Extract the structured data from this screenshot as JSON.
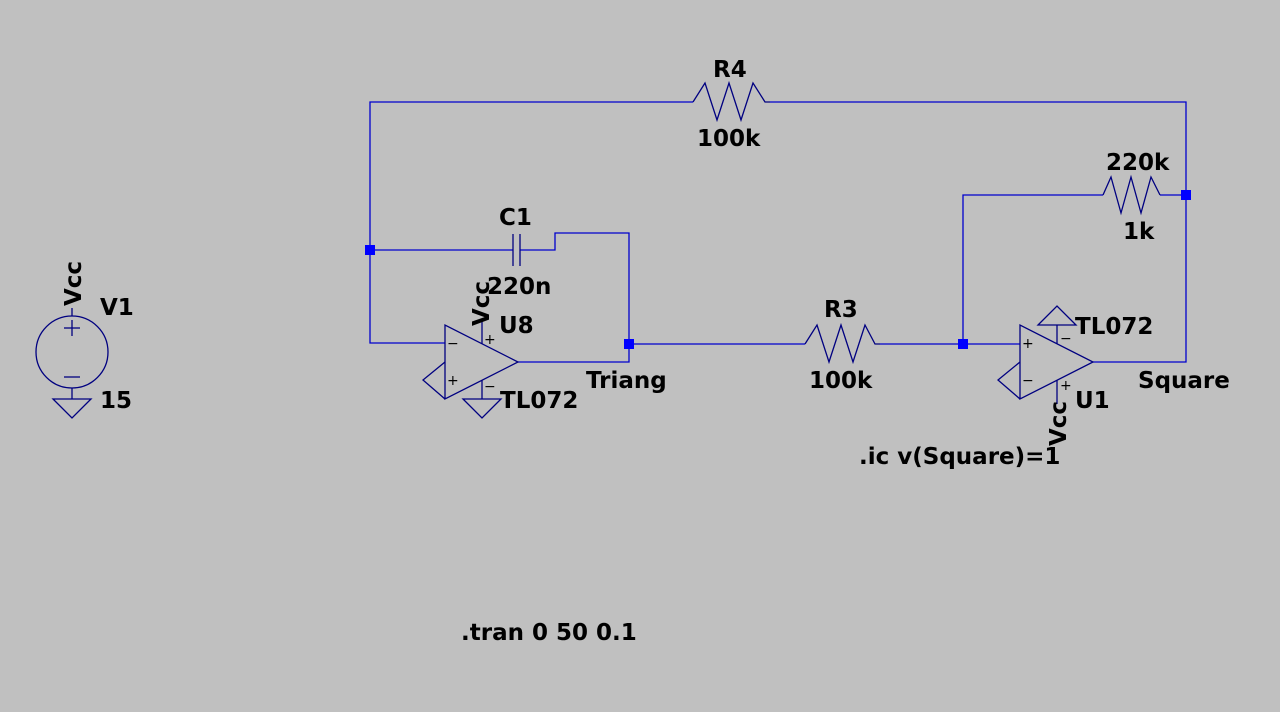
{
  "components": {
    "r4": {
      "ref": "R4",
      "value": "100k"
    },
    "r_fb": {
      "ref": "220k",
      "value": "1k"
    },
    "c1": {
      "ref": "C1",
      "value": "220n"
    },
    "r3": {
      "ref": "R3",
      "value": "100k"
    },
    "u8": {
      "ref": "U8",
      "model": "TL072",
      "supply": "Vcc"
    },
    "u1": {
      "ref": "U1",
      "model": "TL072",
      "supply": "Vcc"
    },
    "v1": {
      "ref": "V1",
      "value": "15",
      "net": "Vcc"
    }
  },
  "nets": {
    "triang": "Triang",
    "square": "Square"
  },
  "directives": {
    "ic": ".ic v(Square)=1",
    "tran": ".tran 0 50 0.1"
  },
  "colors": {
    "background": "#c0c0c0",
    "wire": "#0000cc",
    "symbol": "#000080",
    "node": "#0000ff"
  }
}
